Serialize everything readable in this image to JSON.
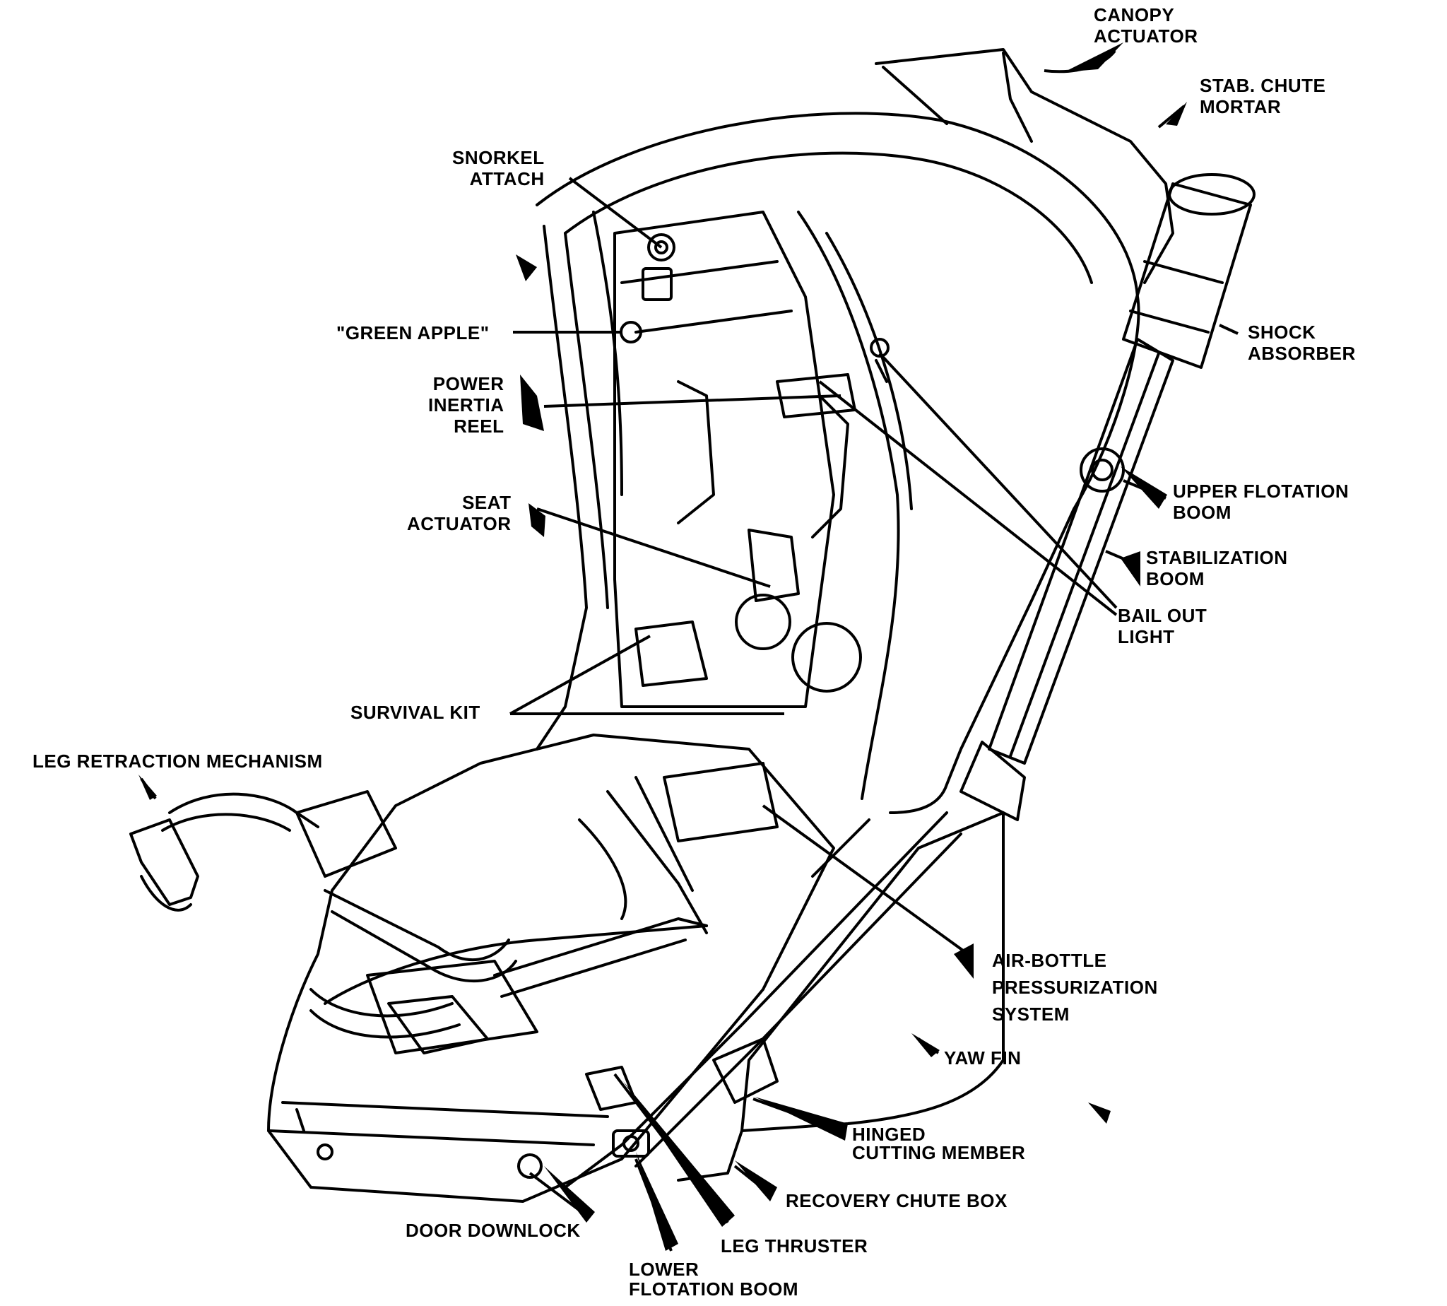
{
  "labels": {
    "canopy_actuator": [
      "CANOPY",
      "ACTUATOR"
    ],
    "stab_chute_mortar": [
      "STAB. CHUTE",
      "MORTAR"
    ],
    "snorkel_attach": [
      "SNORKEL",
      "ATTACH"
    ],
    "shock_absorber": [
      "SHOCK",
      "ABSORBER"
    ],
    "green_apple": [
      "\"GREEN APPLE\""
    ],
    "power_inertia_reel": [
      "POWER",
      "INERTIA",
      "REEL"
    ],
    "upper_flotation_boom": [
      "UPPER FLOTATION",
      "BOOM"
    ],
    "seat_actuator": [
      "SEAT",
      "ACTUATOR"
    ],
    "stabilization_boom": [
      "STABILIZATION",
      "BOOM"
    ],
    "bail_out_light": [
      "BAIL OUT",
      "LIGHT"
    ],
    "survival_kit": [
      "SURVIVAL KIT"
    ],
    "leg_retraction_mechanism": [
      "LEG RETRACTION MECHANISM"
    ],
    "air_bottle_pressurization_system": [
      "AIR-BOTTLE",
      "PRESSURIZATION",
      "SYSTEM"
    ],
    "yaw_fin": [
      "YAW FIN"
    ],
    "hinged_cutting_member": [
      "HINGED",
      "CUTTING MEMBER"
    ],
    "recovery_chute_box": [
      "RECOVERY CHUTE BOX"
    ],
    "door_downlock": [
      "DOOR DOWNLOCK"
    ],
    "leg_thruster": [
      "LEG THRUSTER"
    ],
    "lower_flotation_boom": [
      "LOWER",
      "FLOTATION BOOM"
    ]
  }
}
